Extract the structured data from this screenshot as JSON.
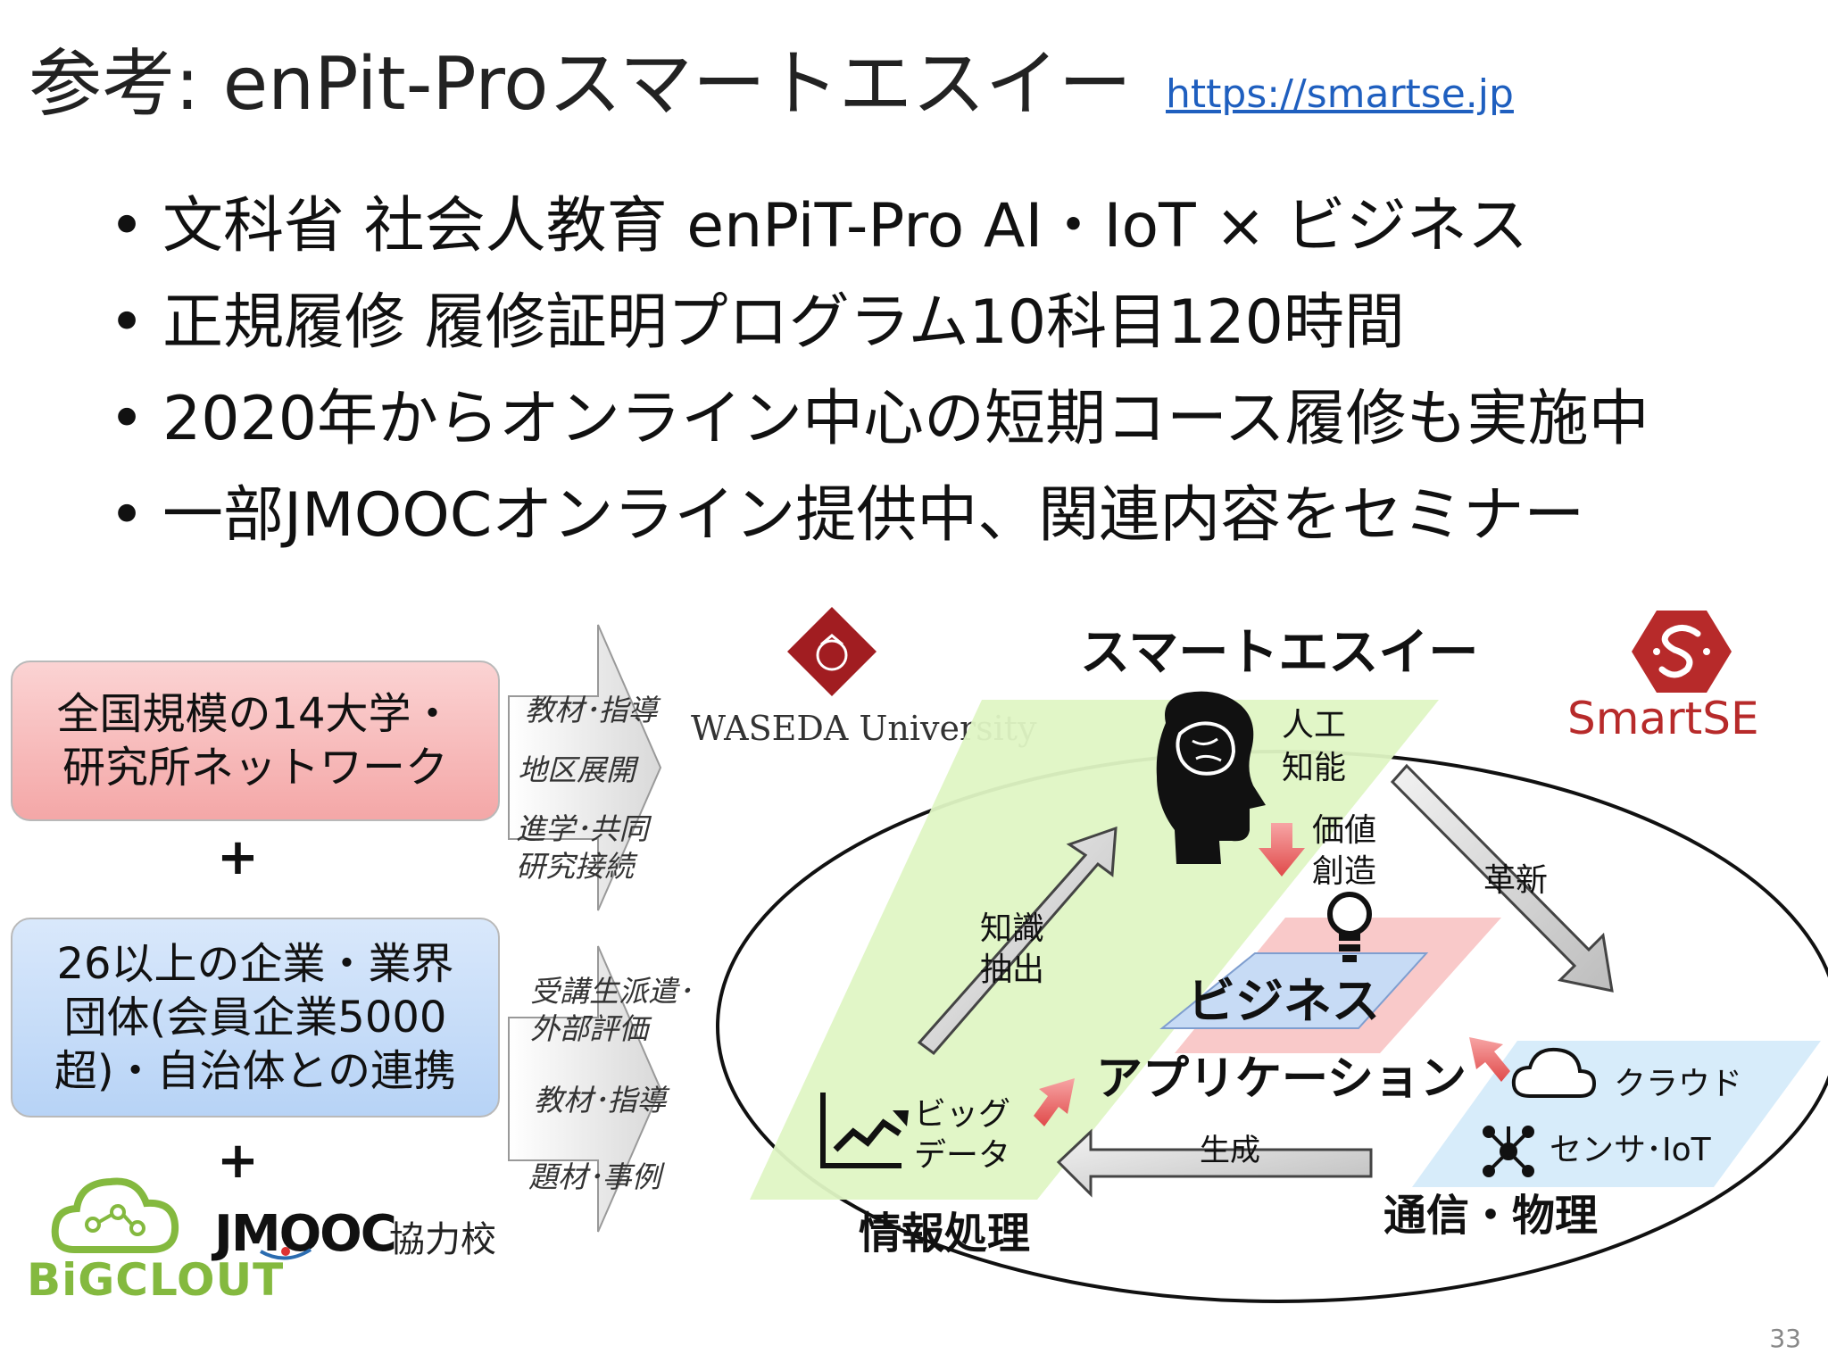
{
  "title": "参考: enPit-Proスマートエスイー",
  "title_link": "https://smartse.jp",
  "bullets": [
    "文科省 社会人教育 enPiT-Pro AI・IoT × ビジネス",
    "正規履修 履修証明プログラム10科目120時間",
    "2020年からオンライン中心の短期コース履修も実施中",
    "一部JMOOCオンライン提供中、関連内容をセミナー"
  ],
  "left": {
    "box1": [
      "全国規模の14大学・",
      "研究所ネットワーク"
    ],
    "box2": [
      "26以上の企業・業界",
      "団体(会員企業5000",
      "超)・自治体との連携"
    ],
    "plus": "+",
    "arrow1_labels": [
      "教材･指導",
      "地区展開",
      "進学･共同",
      "研究接続"
    ],
    "arrow2_labels": [
      "受講生派遣･",
      "外部評価",
      "教材･指導",
      "題材･事例"
    ],
    "bigclout": "BiGCLOUT",
    "jmooc": "JMOOC",
    "kyouryoku": "協力校"
  },
  "diagram": {
    "title": "スマートエスイー",
    "waseda": "WASEDA University",
    "smartse": "SmartSE",
    "ai": [
      "人工",
      "知能"
    ],
    "value": [
      "価値",
      "創造"
    ],
    "innovation": "革新",
    "knowledge": [
      "知識",
      "抽出"
    ],
    "business": "ビジネス",
    "application": "アプリケーション",
    "cloud": "クラウド",
    "sensor": "センサ･IoT",
    "bigdata": [
      "ビッグ",
      "データ"
    ],
    "generate": "生成",
    "info": "情報処理",
    "comm": "通信・物理"
  },
  "colors": {
    "green_plane": "#dff5c4",
    "pink_plane": "#f9c9c9",
    "blue_plane": "#d7ecfa",
    "arrow_red": "#e85b5b",
    "waseda_red": "#a11d21",
    "smartse_red": "#b72a2a",
    "link_blue": "#1f5fbf"
  },
  "page_number": "33"
}
